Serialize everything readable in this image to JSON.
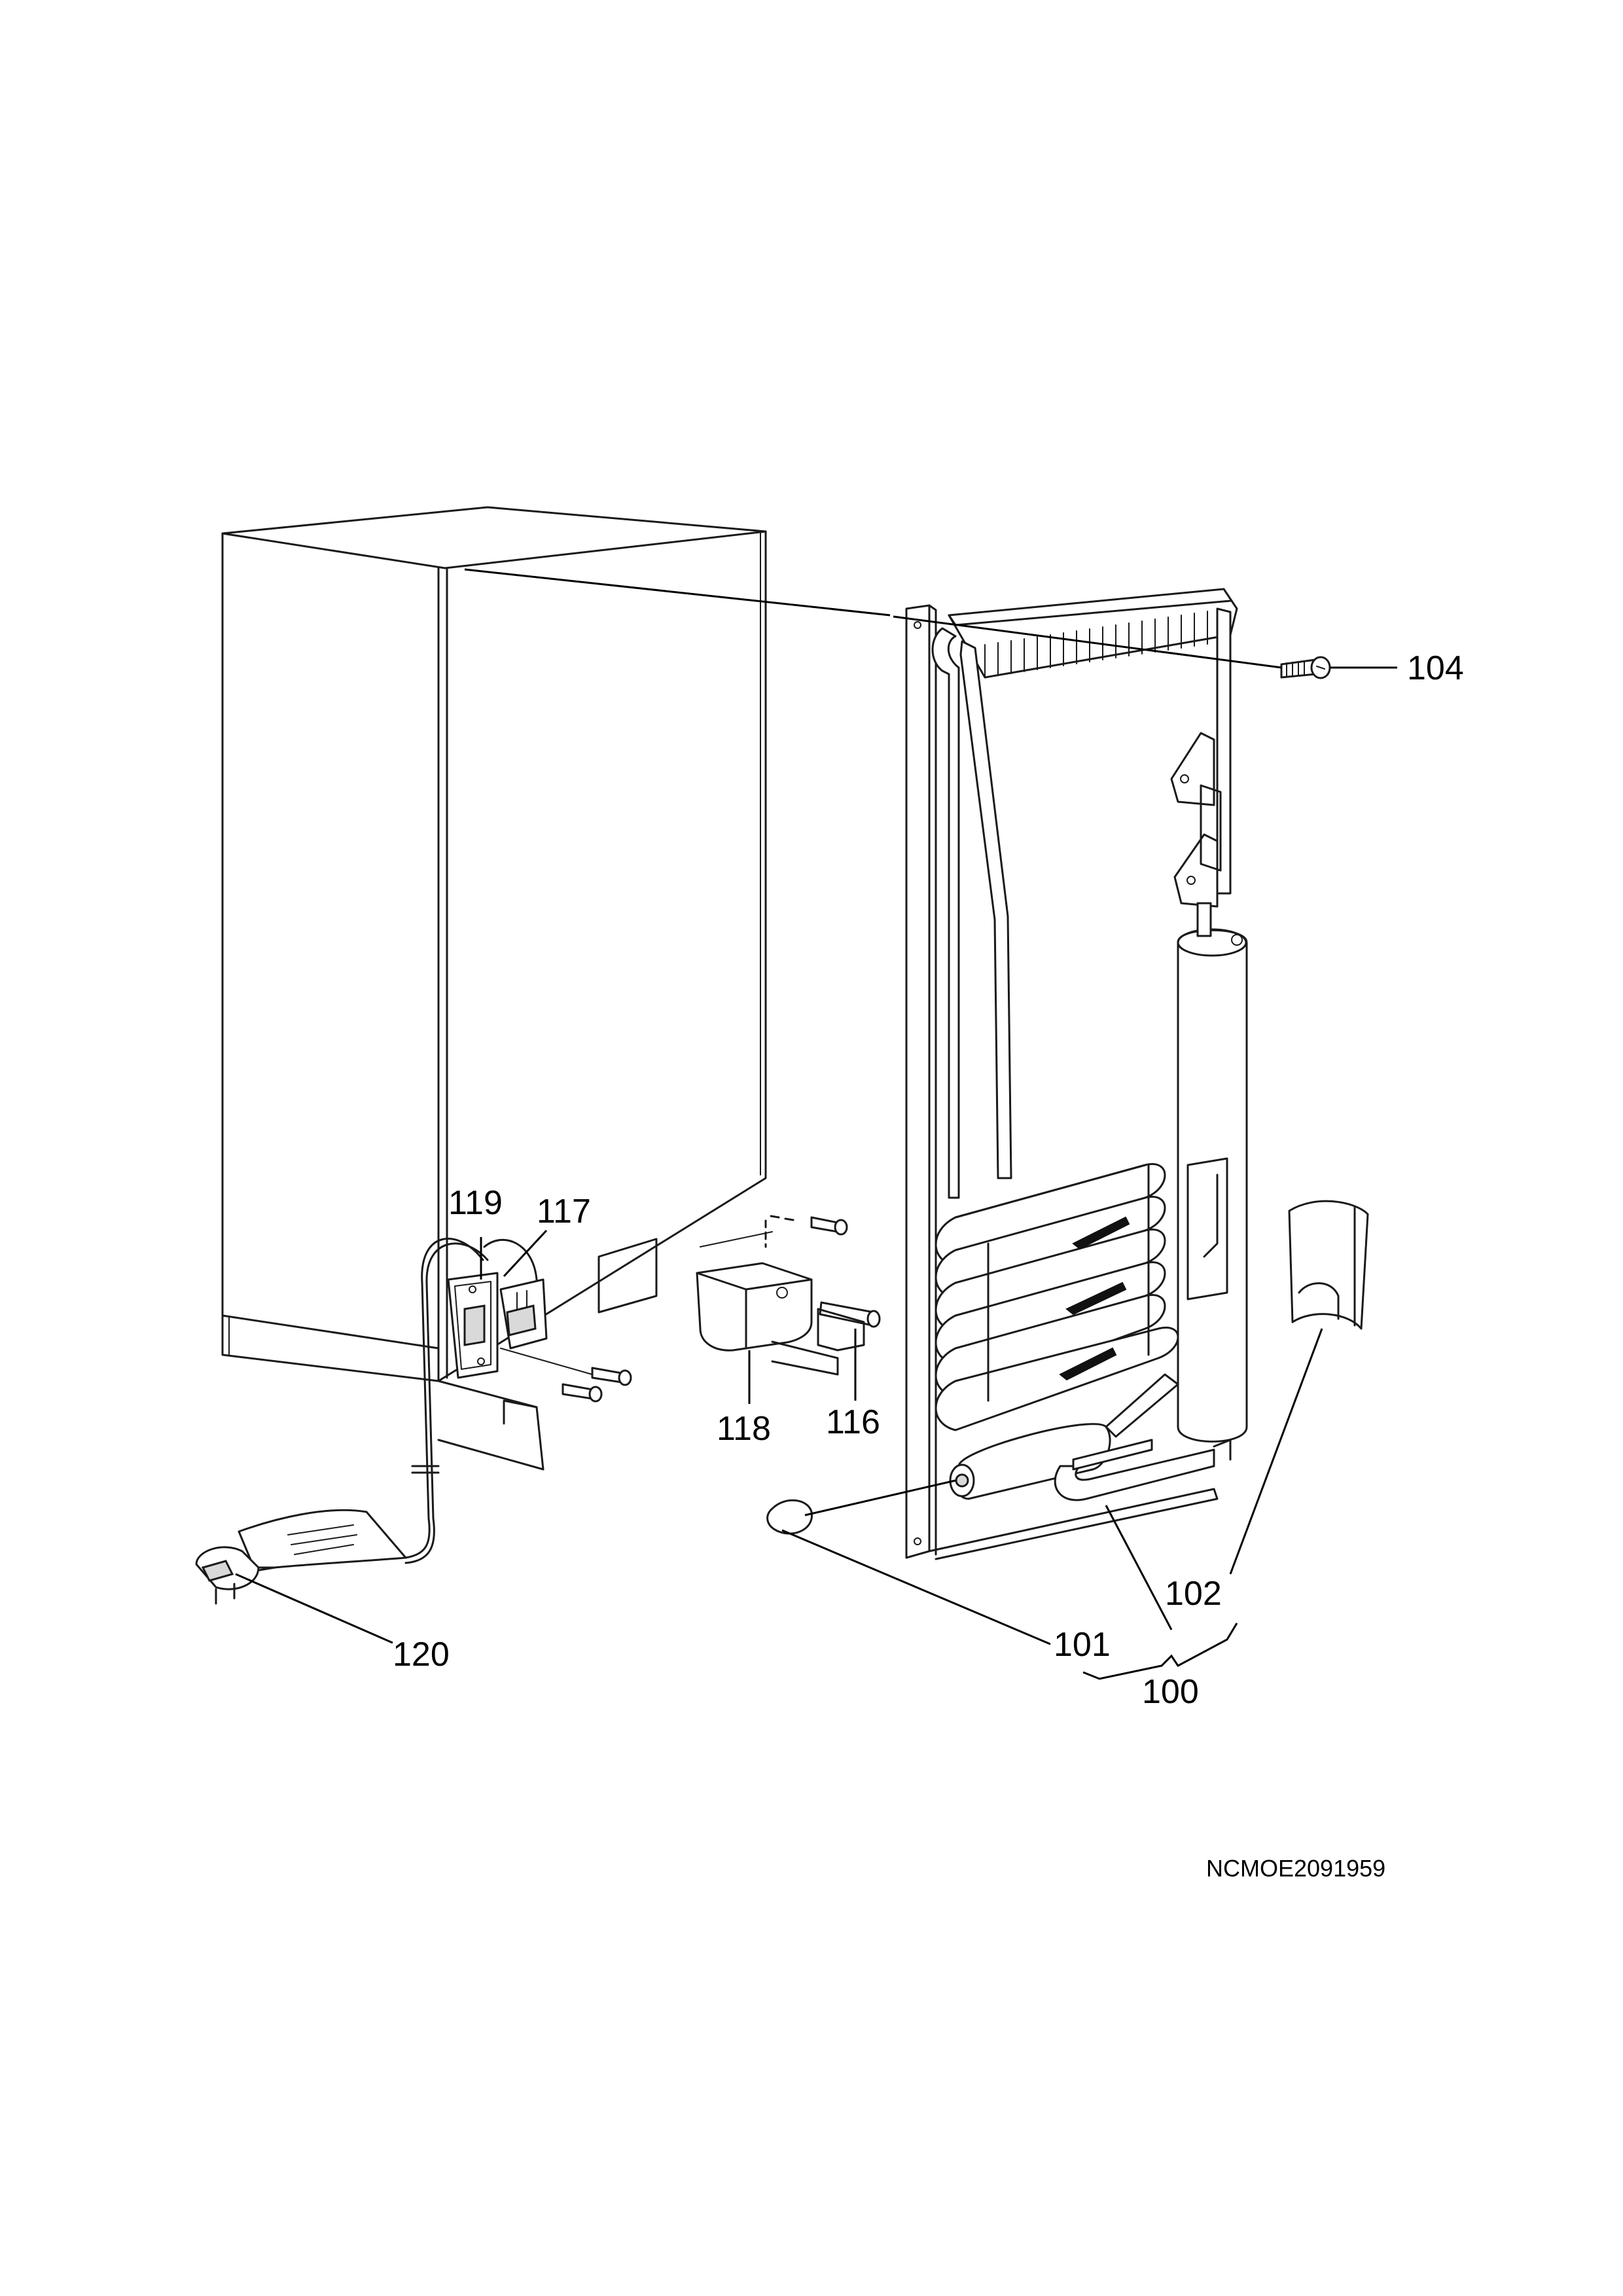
{
  "parts": [
    {
      "id": "p104",
      "label": "104"
    },
    {
      "id": "p119",
      "label": "119"
    },
    {
      "id": "p117",
      "label": "117"
    },
    {
      "id": "p118",
      "label": "118"
    },
    {
      "id": "p116",
      "label": "116"
    },
    {
      "id": "p102",
      "label": "102"
    },
    {
      "id": "p101",
      "label": "101"
    },
    {
      "id": "p100",
      "label": "100"
    },
    {
      "id": "p120",
      "label": "120"
    }
  ],
  "drawing_code": "NCMOE2091959"
}
